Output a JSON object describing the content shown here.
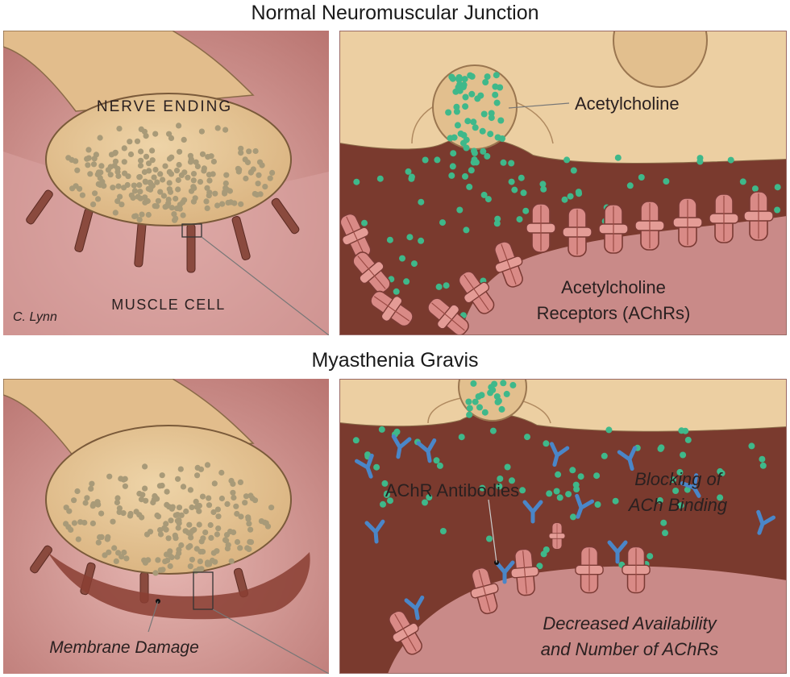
{
  "headings": {
    "top": "Normal Neuromuscular Junction",
    "bottom": "Myasthenia Gravis"
  },
  "normal_left": {
    "nerve_label": "NERVE ENDING",
    "muscle_label": "MUSCLE CELL",
    "signature": "C. Lynn"
  },
  "normal_right": {
    "ach_label": "Acetylcholine",
    "receptor_label_1": "Acetylcholine",
    "receptor_label_2": "Receptors (AChRs)"
  },
  "mg_left": {
    "damage_label": "Membrane Damage"
  },
  "mg_right": {
    "antibody_label": "AChR Antibodies",
    "blocking_label_1": "Blocking of",
    "blocking_label_2": "ACh Binding",
    "decreased_label_1": "Decreased Availability",
    "decreased_label_2": "and Number of AChRs"
  },
  "colors": {
    "nerve": "#e9c99a",
    "muscle": "#c98a88",
    "cleft": "#7a3a2e",
    "acetylcholine": "#3fb88a",
    "receptor": "#d98a86",
    "antibody": "#4a86c8"
  }
}
